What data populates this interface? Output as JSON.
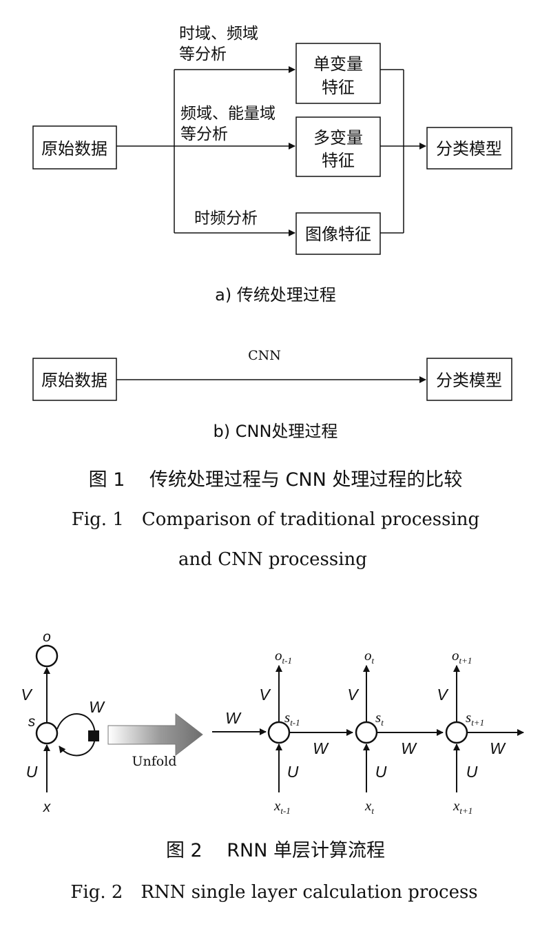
{
  "fig1": {
    "part_a": {
      "nodes": {
        "raw": "原始数据",
        "uni_1": "单变量",
        "uni_2": "特征",
        "multi_1": "多变量",
        "multi_2": "特征",
        "image": "图像特征",
        "classifier": "分类模型"
      },
      "edges": {
        "time_freq_1": "时域、频域",
        "time_freq_2": "等分析",
        "freq_energy_1": "频域、能量域",
        "freq_energy_2": "等分析",
        "time_frequency": "时频分析"
      },
      "caption": "a) 传统处理过程"
    },
    "part_b": {
      "nodes": {
        "raw": "原始数据",
        "classifier": "分类模型"
      },
      "edge_label": "CNN",
      "caption": "b) CNN处理过程"
    },
    "caption_cn": "图 1　 传统处理过程与 CNN 处理过程的比较",
    "caption_en_1": "Fig. 1　Comparison of traditional processing",
    "caption_en_2": "and CNN processing"
  },
  "fig2": {
    "folded": {
      "o": "o",
      "s": "s",
      "x": "x",
      "V": "V",
      "U": "U",
      "W": "W"
    },
    "unfold_label": "Unfold",
    "weights": {
      "W": "W",
      "V": "V",
      "U": "U"
    },
    "steps": [
      {
        "o": "o",
        "o_sub": "t-1",
        "s": "s",
        "s_sub": "t-1",
        "x": "x",
        "x_sub": "t-1"
      },
      {
        "o": "o",
        "o_sub": "t",
        "s": "s",
        "s_sub": "t",
        "x": "x",
        "x_sub": "t"
      },
      {
        "o": "o",
        "o_sub": "t+1",
        "s": "s",
        "s_sub": "t+1",
        "x": "x",
        "x_sub": "t+1"
      }
    ],
    "caption_cn": "图 2　 RNN 单层计算流程",
    "caption_en": "Fig. 2　RNN single layer calculation process"
  }
}
